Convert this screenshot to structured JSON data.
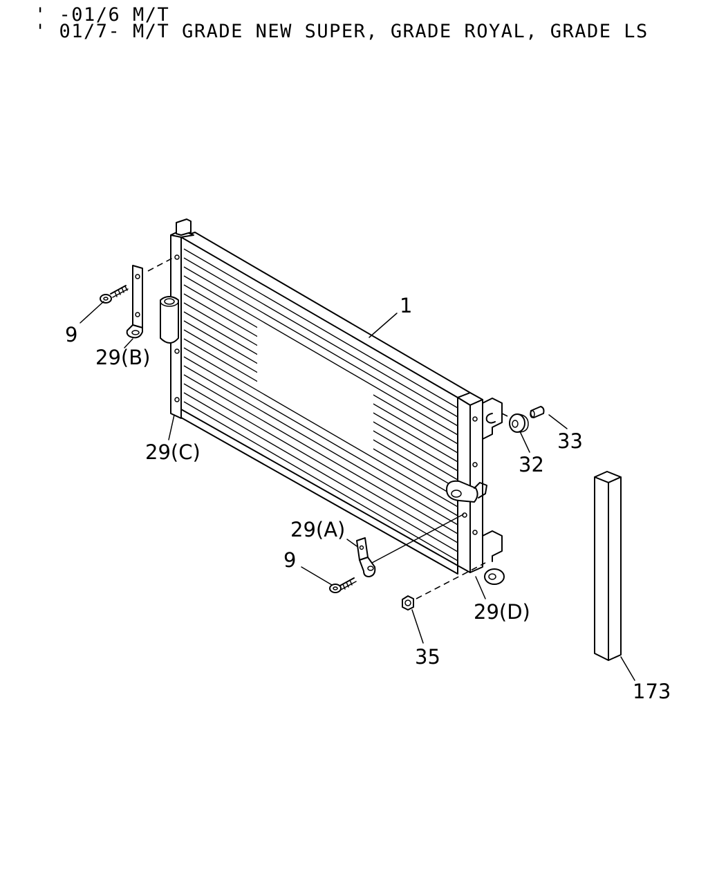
{
  "header": {
    "line1": "' -01/6 M/T",
    "line2": "' 01/7- M/T GRADE NEW SUPER, GRADE ROYAL, GRADE LS"
  },
  "callouts": {
    "condenser": "1",
    "bolt_upper": "9",
    "bracket_b": "29(B)",
    "bracket_c": "29(C)",
    "bracket_a": "29(A)",
    "bolt_lower": "9",
    "bracket_d": "29(D)",
    "nut": "35",
    "cushion": "32",
    "pin": "33",
    "seal": "173"
  },
  "colors": {
    "line": "#000000",
    "background": "#ffffff"
  }
}
